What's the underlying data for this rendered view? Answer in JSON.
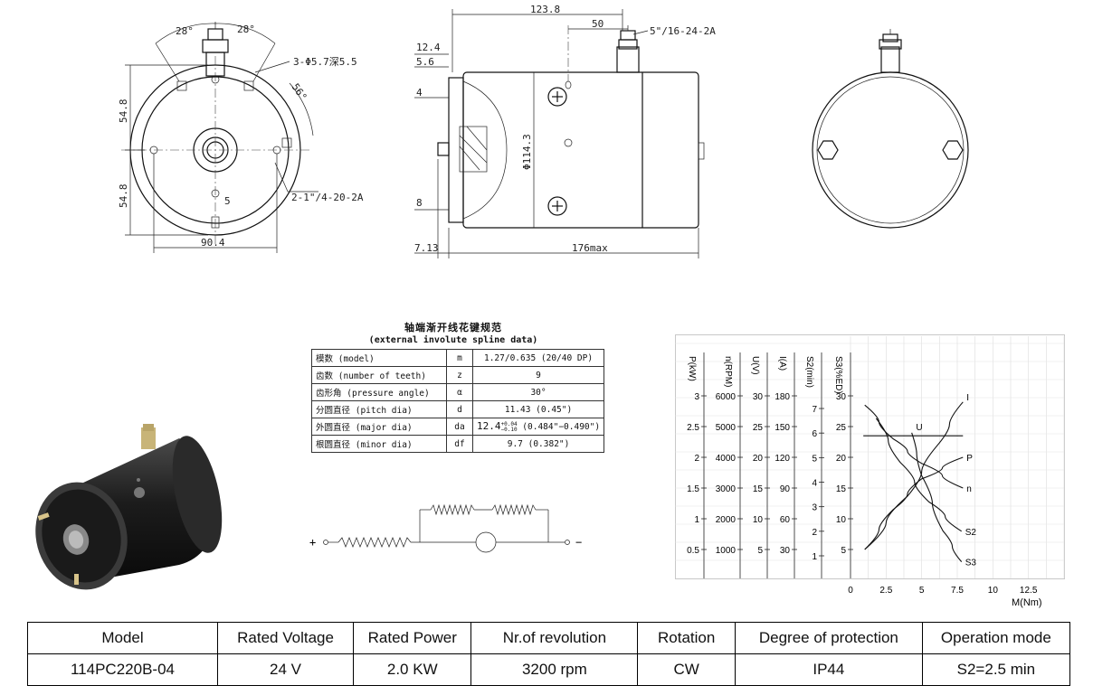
{
  "front_view": {
    "dim_angle_left": "28°",
    "dim_angle_right": "28°",
    "dim_holes": "3-Φ5.7深5.5",
    "dim_angle_56": "56°",
    "dim_upper_height": "54.8",
    "dim_lower_height": "54.8",
    "dim_slot": "5",
    "dim_thread": "2-1\"/4-20-2A",
    "dim_width": "90.4"
  },
  "side_view": {
    "dim_length_top": "123.8",
    "dim_terminal_offset": "50",
    "dim_terminal_thread": "5\"/16-24-2A",
    "dim_12_4": "12.4",
    "dim_5_6": "5.6",
    "dim_4": "4",
    "dim_diameter": "Φ114.3",
    "dim_8": "8",
    "dim_7_13": "7.13",
    "dim_total_length": "176max"
  },
  "spline": {
    "title": "轴端渐开线花键规范",
    "subtitle": "(external involute spline data)",
    "rows": [
      {
        "name": "模数 (model)",
        "sym": "m",
        "value": "1.27/0.635 (20/40 DP)"
      },
      {
        "name": "齿数 (number of teeth)",
        "sym": "z",
        "value": "9"
      },
      {
        "name": "齿形角 (pressure angle)",
        "sym": "α",
        "value": "30°"
      },
      {
        "name": "分圆直径 (pitch dia)",
        "sym": "d",
        "value": "11.43 (0.45\")"
      },
      {
        "name": "外圆直径 (major dia)",
        "sym": "da",
        "value_main": "12.4",
        "tol_up": "+0.04",
        "tol_down": "−0.10",
        "value_rest": "(0.484\"−0.490\")"
      },
      {
        "name": "根圆直径 (minor dia)",
        "sym": "df",
        "value": "9.7 (0.382\")"
      }
    ]
  },
  "wiring": {
    "plus": "+",
    "minus": "−"
  },
  "chart_data": {
    "type": "line",
    "xlabel": "M(Nm)",
    "x_ticks": [
      "0",
      "2.5",
      "5",
      "7.5",
      "10",
      "12.5"
    ],
    "xlim": [
      0,
      15
    ],
    "axes": [
      {
        "label": "P(kW)",
        "ticks": [
          "0.5",
          "1",
          "1.5",
          "2",
          "2.5",
          "3"
        ]
      },
      {
        "label": "n(RPM)",
        "ticks": [
          "1000",
          "2000",
          "3000",
          "4000",
          "5000",
          "6000"
        ]
      },
      {
        "label": "U(V)",
        "ticks": [
          "5",
          "10",
          "15",
          "20",
          "25",
          "30"
        ]
      },
      {
        "label": "I(A)",
        "ticks": [
          "30",
          "60",
          "90",
          "120",
          "150",
          "180"
        ]
      },
      {
        "label": "S2(min)",
        "ticks": [
          "1",
          "2",
          "3",
          "4",
          "5",
          "6",
          "7"
        ]
      },
      {
        "label": "S3(%ED)",
        "ticks": [
          "5",
          "10",
          "15",
          "20",
          "25",
          "30"
        ]
      }
    ],
    "series": [
      {
        "name": "U",
        "x": [
          0.9,
          7.9
        ],
        "y": [
          23.5,
          23.5
        ],
        "axis": "U(V)"
      },
      {
        "name": "I",
        "x": [
          1.0,
          4.0,
          6.0,
          7.9
        ],
        "y": [
          30,
          82,
          130,
          174
        ],
        "axis": "I(A)"
      },
      {
        "name": "P",
        "x": [
          1.0,
          3.0,
          5.0,
          7.9
        ],
        "y": [
          0.5,
          1.15,
          1.65,
          2.0
        ],
        "axis": "P(kW)"
      },
      {
        "name": "n",
        "x": [
          1.0,
          3.0,
          5.0,
          7.9
        ],
        "y": [
          5700,
          4600,
          3800,
          3000
        ],
        "axis": "n(RPM)"
      },
      {
        "name": "S2",
        "x": [
          1.8,
          3.5,
          5.5,
          7.8
        ],
        "y": [
          6.6,
          4.8,
          3.2,
          2.0
        ],
        "axis": "S2(min)"
      },
      {
        "name": "S3",
        "x": [
          4.3,
          5.0,
          6.5,
          7.8
        ],
        "y": [
          24,
          17,
          8,
          3
        ],
        "axis": "S3(%ED)"
      }
    ],
    "grid": true
  },
  "specs": {
    "headers": [
      "Model",
      "Rated Voltage",
      "Rated Power",
      "Nr.of revolution",
      "Rotation",
      "Degree of protection",
      "Operation mode"
    ],
    "values": [
      "114PC220B-04",
      "24 V",
      "2.0 KW",
      "3200 rpm",
      "CW",
      "IP44",
      "S2=2.5 min"
    ]
  }
}
